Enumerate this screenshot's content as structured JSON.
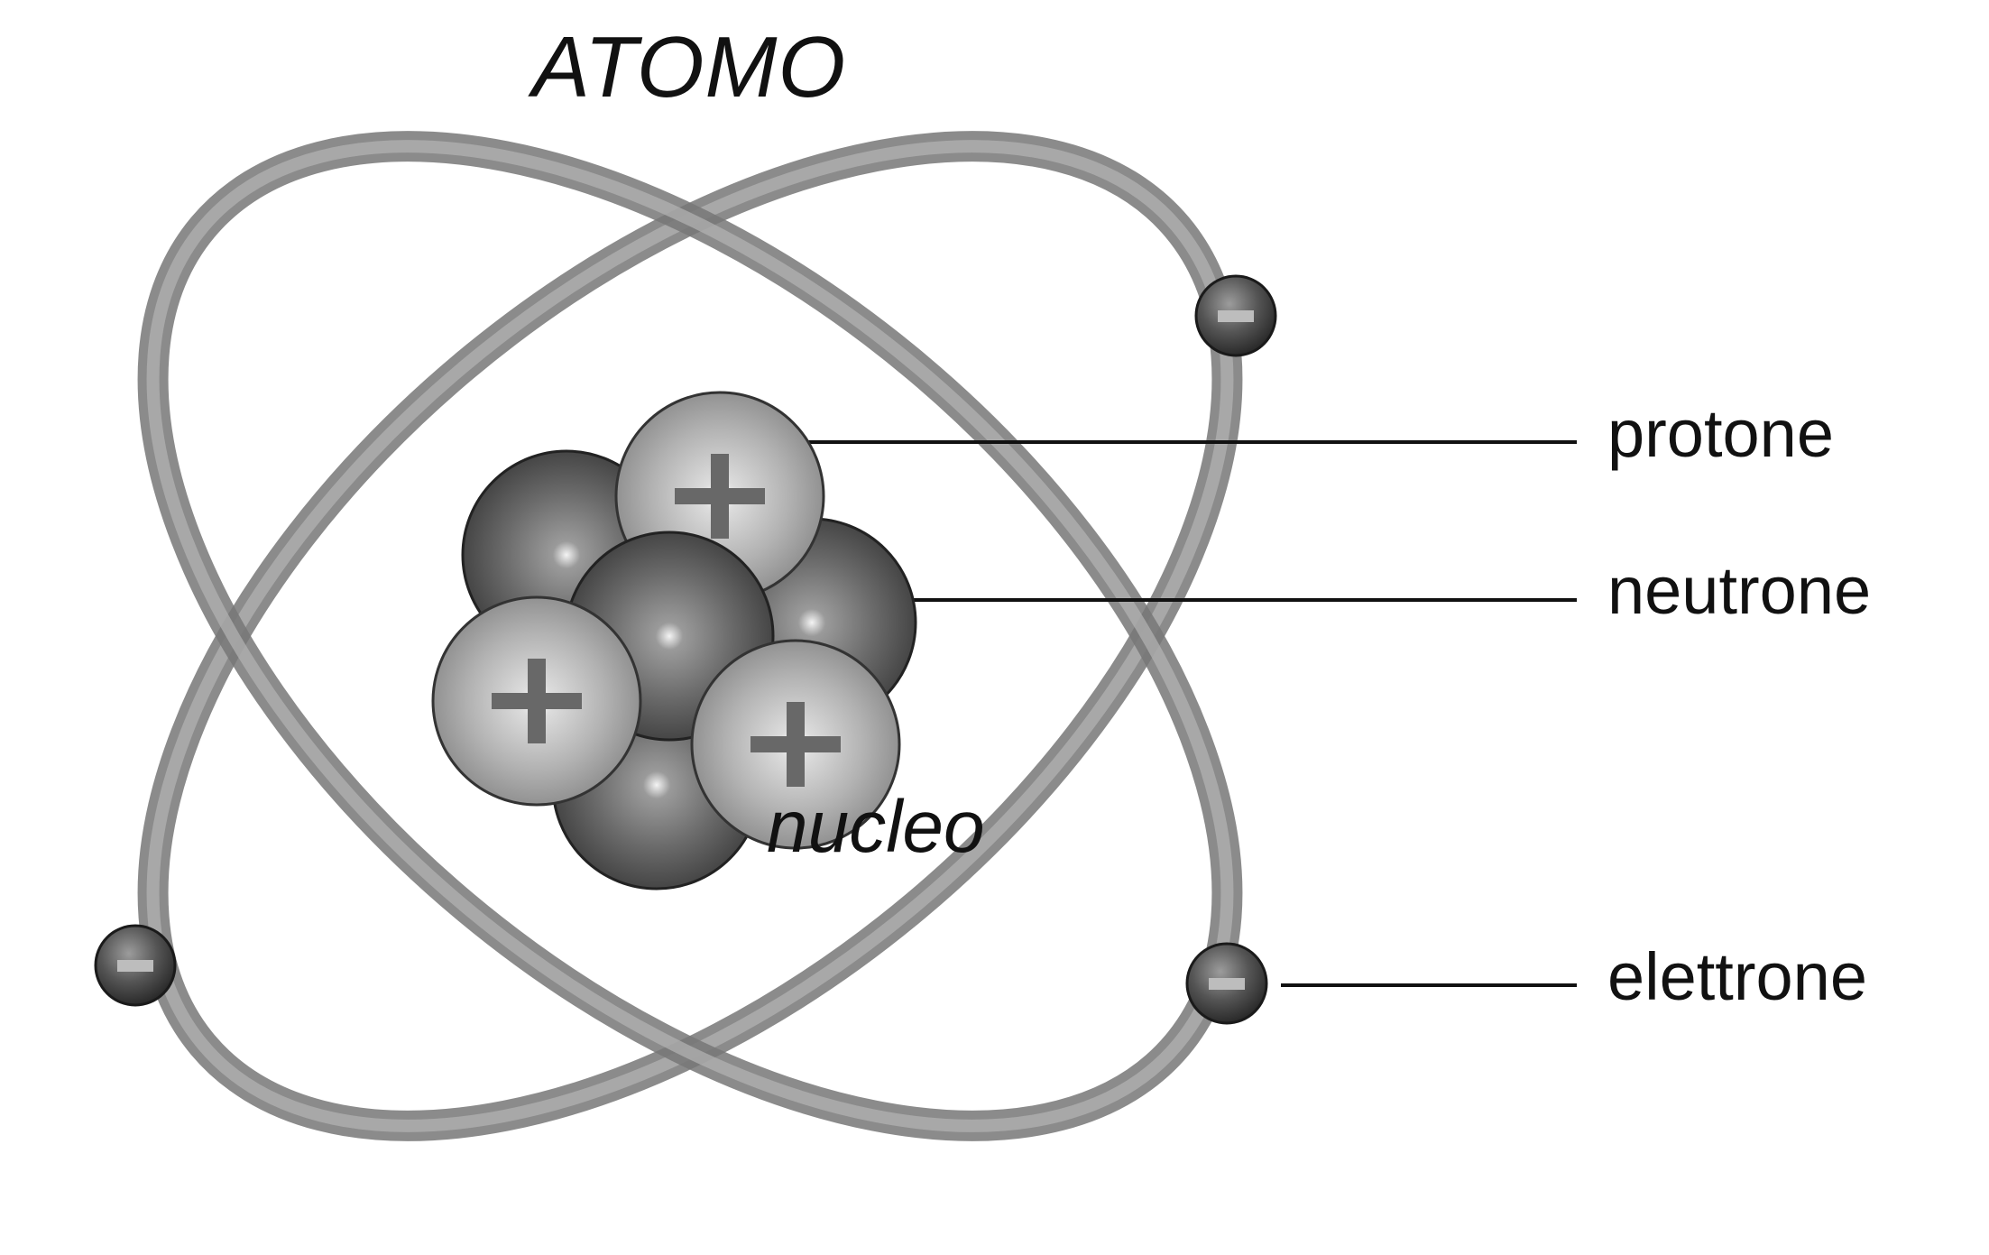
{
  "title": "ATOMO",
  "nucleus_label": "nucleo",
  "labels": {
    "proton": "protone",
    "neutron": "neutrone",
    "electron": "elettrone"
  },
  "symbols": {
    "proton_charge": "+",
    "electron_charge": "−"
  },
  "colors": {
    "background": "#ffffff",
    "text": "#111111",
    "orbit": "#8a8a8a",
    "neutron": "#5e5e5e",
    "proton": "#b4b4b4",
    "electron": "#4a4a4a"
  },
  "icons": [
    "orbit-icon",
    "proton-icon",
    "neutron-icon",
    "electron-icon"
  ]
}
